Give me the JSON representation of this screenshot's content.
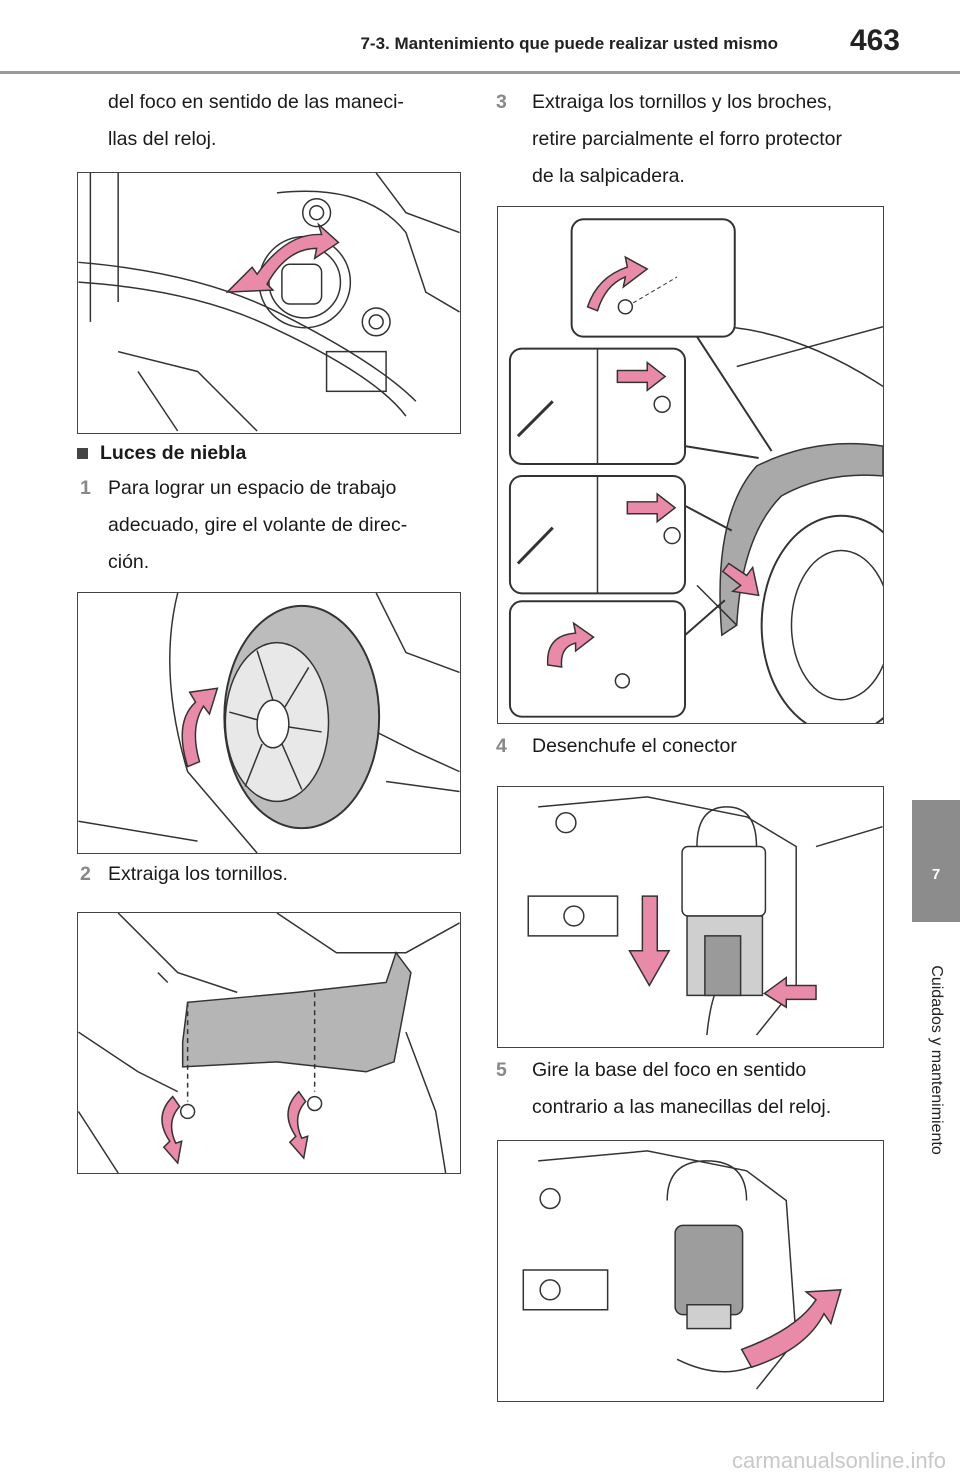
{
  "header": {
    "section_title": "7-3. Mantenimiento que puede realizar usted mismo",
    "page_number": "463"
  },
  "side_tab": {
    "chapter_number": "7",
    "chapter_title": "Cuidados y mantenimiento"
  },
  "left_column": {
    "continued_text": [
      "del foco en sentido de las maneci-",
      "llas del reloj."
    ],
    "subheading": "Luces de niebla",
    "step1": {
      "number": "1",
      "lines": [
        "Para lograr un espacio de trabajo",
        "adecuado, gire el volante de direc-",
        "ción."
      ]
    },
    "step2": {
      "number": "2",
      "lines": [
        "Extraiga los tornillos."
      ]
    }
  },
  "right_column": {
    "step3": {
      "number": "3",
      "lines": [
        "Extraiga los tornillos y los broches,",
        "retire parcialmente el forro protector",
        "de la salpicadera."
      ]
    },
    "step4": {
      "number": "4",
      "lines": [
        "Desenchufe el conector"
      ]
    },
    "step5": {
      "number": "5",
      "lines": [
        "Gire la base del foco en sentido",
        "contrario a las manecillas del reloj."
      ]
    }
  },
  "colors": {
    "arrow_pink": "#e98aa8",
    "fender_gray": "#b5b5b5",
    "tab_gray": "#8c8c8c"
  },
  "watermark": "carmanualsonline.info"
}
